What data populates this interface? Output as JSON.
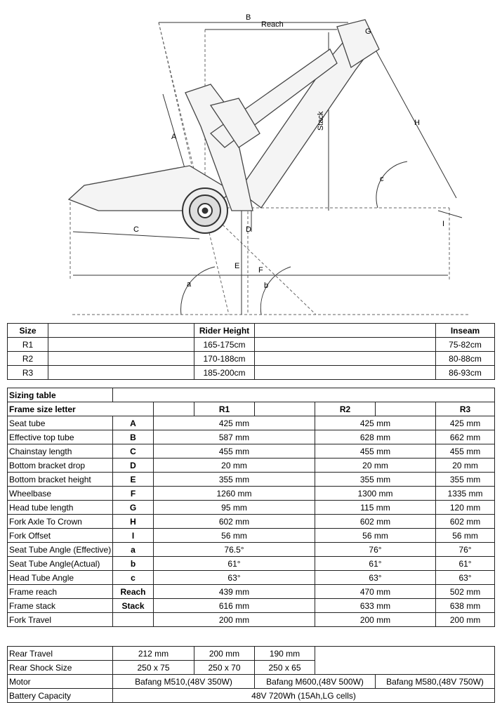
{
  "diagram": {
    "labels": {
      "a": "a",
      "b": "b",
      "c": "c",
      "A": "A",
      "B": "B",
      "C": "C",
      "D": "D",
      "E": "E",
      "F": "F",
      "G": "G",
      "H": "H",
      "I": "I",
      "reach": "Reach",
      "stack": "Stack"
    }
  },
  "size_table": {
    "headers": [
      "Size",
      "Rider Height",
      "Inseam"
    ],
    "rows": [
      [
        "R1",
        "165-175cm",
        "75-82cm"
      ],
      [
        "R2",
        "170-188cm",
        "80-88cm"
      ],
      [
        "R3",
        "185-200cm",
        "86-93cm"
      ]
    ]
  },
  "sizing_table": {
    "title": "Sizing table",
    "header": [
      "Frame size letter",
      "R1",
      "R2",
      "R3"
    ],
    "rows": [
      [
        "Seat tube",
        "A",
        "425 mm",
        "425 mm",
        "425 mm"
      ],
      [
        "Effective top tube",
        "B",
        "587 mm",
        "628 mm",
        "662 mm"
      ],
      [
        "Chainstay length",
        "C",
        "455 mm",
        "455 mm",
        "455 mm"
      ],
      [
        "Bottom bracket drop",
        "D",
        "20 mm",
        "20 mm",
        "20 mm"
      ],
      [
        "Bottom bracket height",
        "E",
        "355 mm",
        "355 mm",
        "355 mm"
      ],
      [
        "Wheelbase",
        "F",
        "1260 mm",
        "1300 mm",
        "1335 mm"
      ],
      [
        "Head tube length",
        "G",
        "95 mm",
        "115 mm",
        "120 mm"
      ],
      [
        "Fork Axle To Crown",
        "H",
        "602 mm",
        "602 mm",
        "602 mm"
      ],
      [
        "Fork Offset",
        "I",
        "56 mm",
        "56 mm",
        "56 mm"
      ],
      [
        "Seat Tube Angle (Effective)",
        "a",
        "76.5°",
        "76°",
        "76°"
      ],
      [
        "Seat Tube Angle(Actual)",
        "b",
        "61°",
        "61°",
        "61°"
      ],
      [
        "Head Tube Angle",
        "c",
        "63°",
        "63°",
        "63°"
      ],
      [
        "Frame reach",
        "Reach",
        "439 mm",
        "470 mm",
        "502 mm"
      ],
      [
        "Frame stack",
        "Stack",
        "616 mm",
        "633 mm",
        "638 mm"
      ],
      [
        "Fork Travel",
        "",
        "200 mm",
        "200 mm",
        "200 mm"
      ]
    ]
  },
  "extra_table": {
    "rear_travel": {
      "label": "Rear Travel",
      "values": [
        "212 mm",
        "200 mm",
        "190 mm"
      ]
    },
    "rear_shock": {
      "label": "Rear Shock Size",
      "values": [
        "250 x 75",
        "250 x 70",
        "250 x 65"
      ]
    },
    "motor": {
      "label": "Motor",
      "values": [
        "Bafang M510,(48V 350W)",
        "Bafang M600,(48V 500W)",
        "Bafang M580,(48V 750W)"
      ]
    },
    "battery": {
      "label": "Battery Capacity",
      "value": "48V 720Wh (15Ah,LG cells)"
    }
  }
}
